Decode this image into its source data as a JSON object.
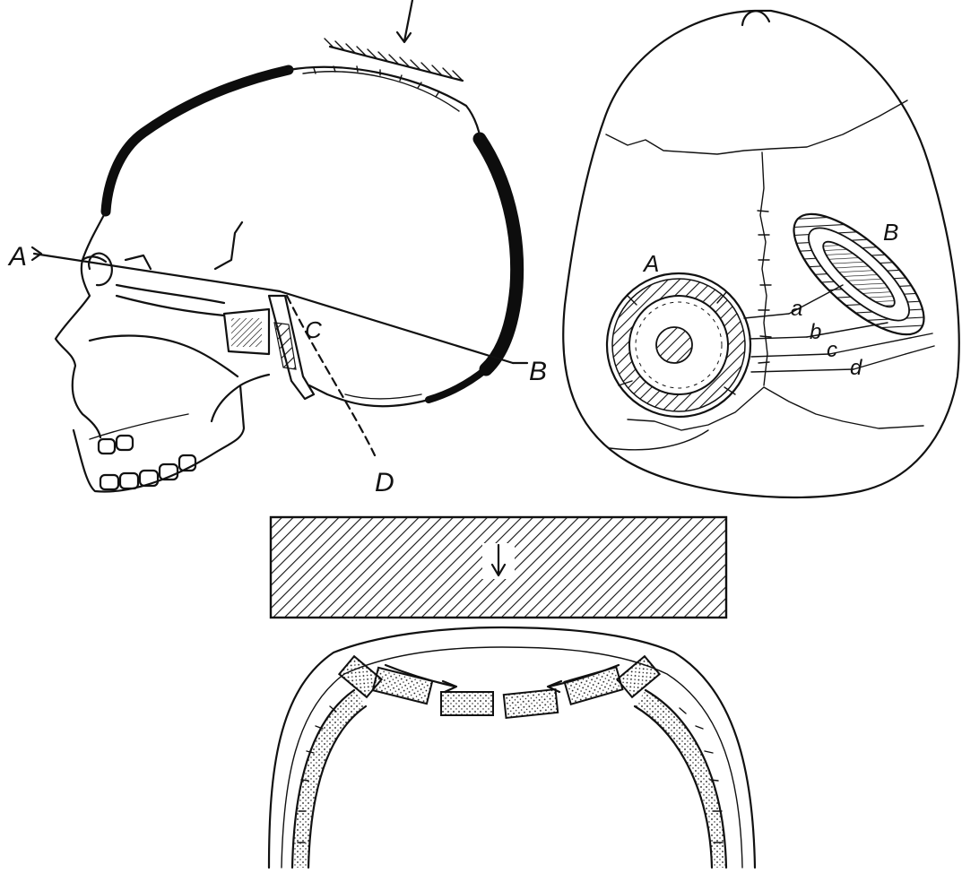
{
  "labels": {
    "lateral_A": "A",
    "lateral_B": "B",
    "lateral_C": "C",
    "lateral_D": "D",
    "frontal_A": "A",
    "frontal_B": "B",
    "frontal_a": "a",
    "frontal_b": "b",
    "frontal_c": "c",
    "frontal_d": "d"
  },
  "colors": {
    "ink": "#111111",
    "background": "#ffffff"
  }
}
